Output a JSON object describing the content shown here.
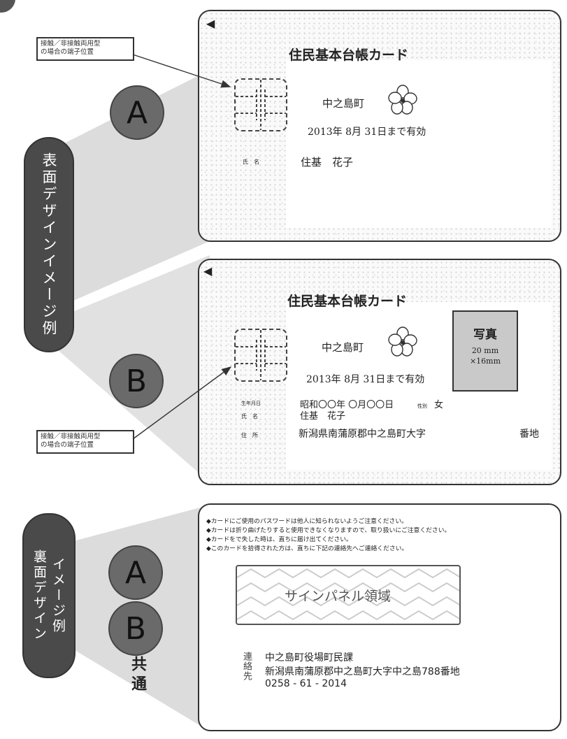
{
  "side_labels": {
    "front": "表面デザインイメージ例",
    "back_line1": "裏面デザイン",
    "back_line2": "イメージ例"
  },
  "badges": {
    "a": "A",
    "b": "B",
    "common": "共通"
  },
  "callouts": {
    "top": [
      "接触／非接触両用型",
      "の場合の端子位置"
    ],
    "bottom": [
      "接触／非接触両用型",
      "の場合の端子位置"
    ]
  },
  "card_a": {
    "arrow": "◀",
    "title": "住民基本台帳カード",
    "town": "中之島町",
    "valid": "2013年 8月 31日まで有効",
    "name_label": "氏　名",
    "name": "住基　花子"
  },
  "card_b": {
    "arrow": "◀",
    "title": "住民基本台帳カード",
    "town": "中之島町",
    "valid": "2013年 8月 31日まで有効",
    "photo_title": "写真",
    "photo_size1": "20 mm",
    "photo_size2": "×16mm",
    "birth_label": "生年月日",
    "birth": "昭和〇〇年 〇月〇〇日",
    "sex_label": "性別",
    "sex": "女",
    "name_label": "氏　名",
    "name": "住基　花子",
    "address_label": "住　所",
    "address": "新潟県南蒲原郡中之島町大字",
    "address_suffix": "番地"
  },
  "back_card": {
    "notices": [
      "◆カードにご使用のパスワードは他人に知られないようご注意ください。",
      "◆カードは折り曲げたりすると使用できなくなりますので、取り扱いにご注意ください。",
      "◆カードをで失した時は、直ちに届け出てください。",
      "◆このカードを拾得された方は、直ちに下記の連絡先へご連絡ください。"
    ],
    "sign_panel": "サインパネル領域",
    "contact_label": "連絡先",
    "contact_office": "中之島町役場町民課",
    "contact_address": "新潟県南蒲原郡中之島町大字中之島788番地",
    "contact_phone": "0258 - 61 - 2014"
  }
}
